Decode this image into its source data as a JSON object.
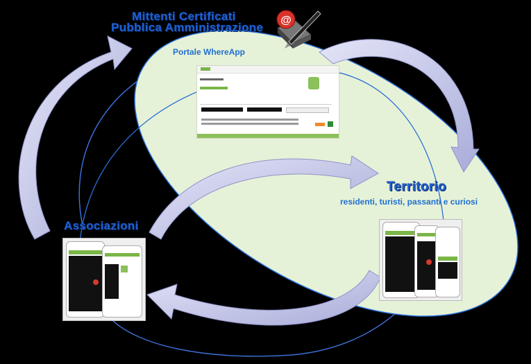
{
  "labels": {
    "senders_line1": "Mittenti Certificati",
    "senders_line2": "Pubblica Amministrazione",
    "portal": "Portale WhereApp",
    "territory_title": "Territorio",
    "territory_sub": "residenti, turisti, passanti e curiosi",
    "associations": "Associazioni"
  },
  "icons": {
    "senders": "certified-mail-pen-icon"
  },
  "colors": {
    "background": "#000000",
    "ellipse_fill": "#e6f2d8",
    "ellipse_stroke": "#2a6fd6",
    "arrow_fill": "#c9cbeb",
    "title_blue": "#1f5fcf",
    "app_green": "#7ab648"
  }
}
